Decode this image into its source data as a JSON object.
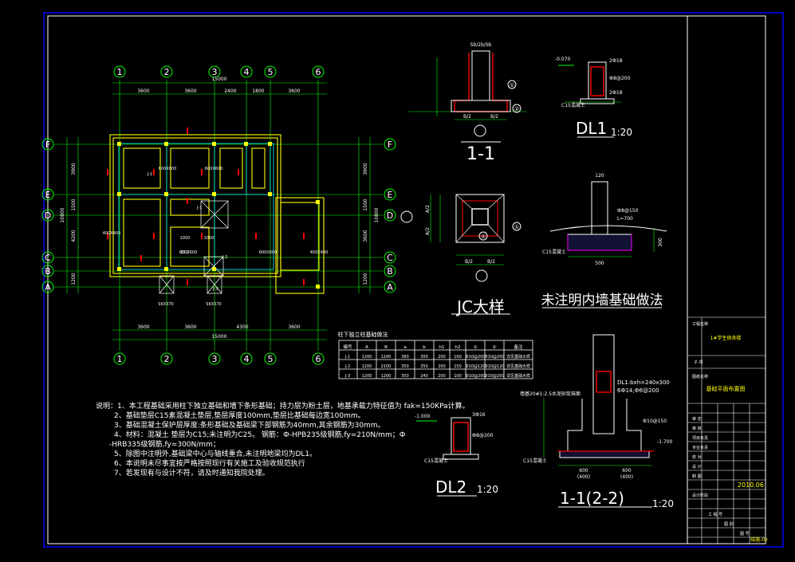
{
  "plan": {
    "axis_top": [
      "1",
      "2",
      "3",
      "4",
      "5",
      "6"
    ],
    "axis_bottom": [
      "1",
      "2",
      "3",
      "4",
      "5",
      "6"
    ],
    "axis_left": [
      "F",
      "E",
      "D",
      "C",
      "B",
      "A"
    ],
    "axis_right": [
      "F",
      "E",
      "D",
      "C",
      "B",
      "A"
    ],
    "dim_top_total": "15000",
    "dim_top": [
      "3600",
      "3600",
      "2400",
      "1800",
      "3600"
    ],
    "dim_bottom": [
      "3600",
      "3600",
      "4300",
      "3600"
    ],
    "dim_bottom_total": "15000",
    "dim_left": [
      "3900",
      "1500",
      "4200",
      "1200"
    ],
    "dim_left_total": "10800",
    "dim_right": [
      "3900",
      "1500",
      "3600",
      "1200"
    ],
    "dim_right_total": "10800",
    "labels": [
      "600X600",
      "600X600",
      "1050",
      "1050",
      "600X600",
      "600X600",
      "400X400",
      "400X400",
      "SKX370",
      "SKX370",
      "DL2",
      "J-3",
      "J-1",
      "J-1",
      "J-3"
    ]
  },
  "sec11": {
    "title": "1-1",
    "top": "Sb/2b/Sb",
    "call1": "①",
    "call2": "②",
    "dim": [
      "B/2",
      "B/2"
    ]
  },
  "dl1": {
    "title": "DL1",
    "scale": "1:20",
    "note": [
      "-0.070",
      "2Ф18",
      "Ф8@200",
      "2Ф18",
      "C15混凝土"
    ]
  },
  "jc": {
    "title": "JC大样",
    "note": [
      "A/2",
      "A/2",
      "B/2",
      "B/2",
      "①",
      "②"
    ]
  },
  "inner": {
    "title": "未注明内墙基础做法",
    "note": [
      "120",
      "Ф8@150",
      "L=700",
      "500",
      "300",
      "C15混凝土"
    ]
  },
  "dl2": {
    "title": "DL2",
    "scale": "1:20",
    "note": [
      "-1.000",
      "3Ф16",
      "Ф8@200",
      "C15混凝土"
    ]
  },
  "sec22": {
    "title": "1-1(2-2)",
    "scale": "1:20",
    "note": [
      "DL1:bxh=240x300",
      "6Ф14,Ф6@200",
      "墙基20#1:2.5水泥砂浆抹面",
      "Ф10@150",
      "-1.700",
      "C15混凝土",
      "600",
      "600",
      "(400)",
      "(400)"
    ]
  },
  "table": {
    "title": "柱下独立柱基础做法",
    "headers": [
      "编号",
      "A",
      "B",
      "a",
      "b",
      "h1",
      "h2",
      "①",
      "②",
      "备注"
    ],
    "rows": [
      [
        "J-1",
        "1200",
        "1200",
        "360",
        "300",
        "200",
        "100",
        "Ф10@200",
        "Ф10@200",
        "详见基础大样"
      ],
      [
        "J-2",
        "1200",
        "2100",
        "350",
        "350",
        "200",
        "150",
        "Ф10@120",
        "Ф10@120",
        "详见基础大样"
      ],
      [
        "J-3",
        "1200",
        "1200",
        "350",
        "240",
        "200",
        "100",
        "Ф10@200",
        "Ф10@200",
        "详见基础大样"
      ]
    ]
  },
  "notes": [
    "说明：1、本工程基础采用柱下独立基础和墙下条形基础；持力层为粉土层，地基承载力特征值为 fak=150KPa计算。",
    "2、基础垫层C15素混凝土垫层,垫层厚度100mm,垫层比基础每边宽100mm。",
    "3、基础混凝土保护层厚度:条形基础及基础梁下部钢筋为40mm,其余钢筋为30mm。",
    "4、材料：混凝土 垫层为C15;未注明为C25。 钢筋：Ф-HPB235级钢筋,fy=210N/mm；Ф",
    "-HRB335级钢筋,fy=300N/mm；",
    "5、除图中注明外,基础梁中心与轴线重合,未注明地梁均为DL1。",
    "6、本说明未尽事宜按严格按照现行有关施工及验收规范执行",
    "7、若发现有与设计不符，请及时通知我院处理。"
  ],
  "titleblock": {
    "project_label": "工程名称",
    "project": "1#学生宿舍楼",
    "sub": "子 项",
    "drawing_label": "图纸名称",
    "drawing": "基础平面布置图",
    "roles": [
      "审 定",
      "审 核",
      "项目负责",
      "专业负责",
      "校 对",
      "设 计",
      "制 图"
    ],
    "date": "2010.06",
    "stage_label": "设计阶段",
    "sheet_no": "结施-02",
    "extra": [
      "工 程 号",
      "图 别",
      "图 号"
    ]
  }
}
